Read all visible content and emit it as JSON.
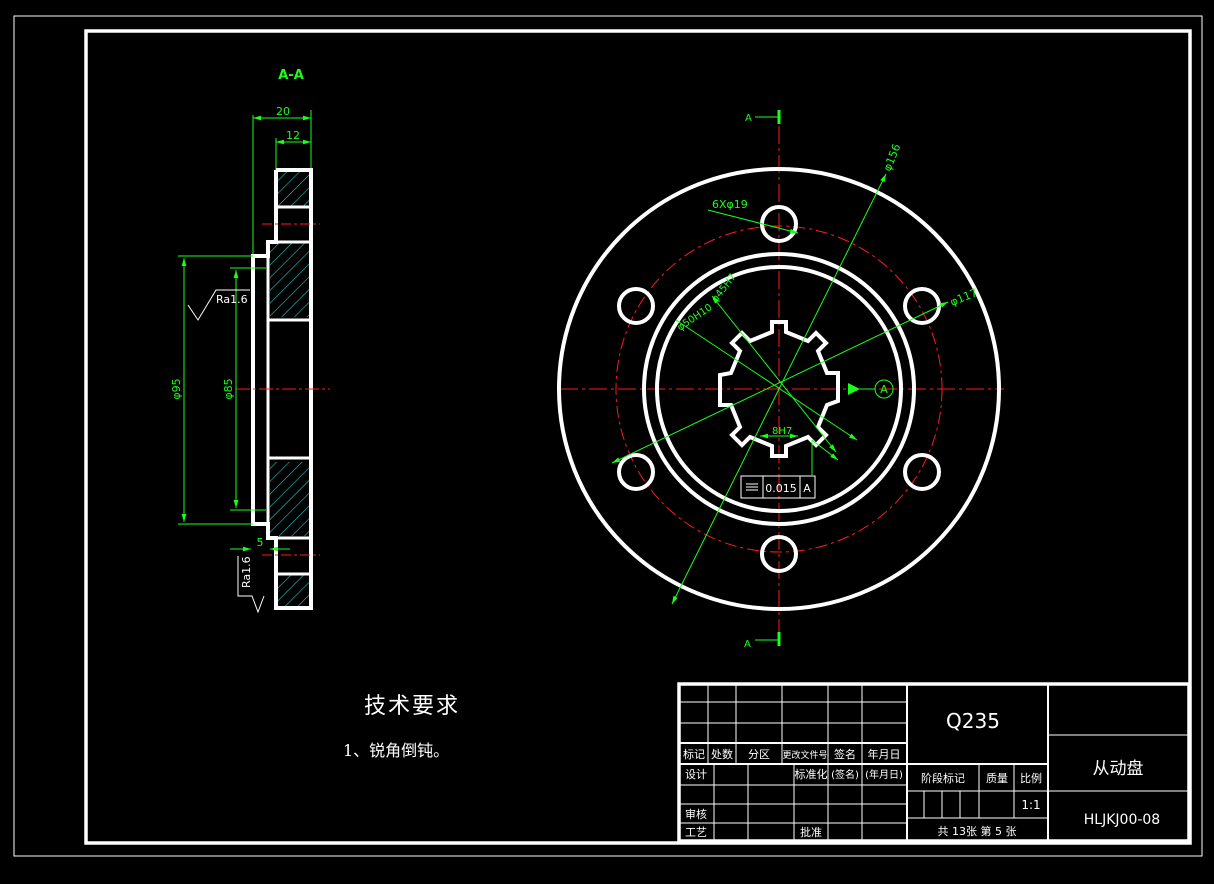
{
  "colors": {
    "background": "#000000",
    "outline": "#ffffff",
    "dimension": "#19ff19",
    "centerline": "#ff1a1a",
    "hatch": "#22c7c7"
  },
  "section": {
    "title": "A-A",
    "dim_width_total": "20",
    "dim_width_inner": "12",
    "dim_dia_outer": "φ95",
    "dim_dia_inner": "φ85",
    "dim_step": "5",
    "roughness_top": "Ra1.6",
    "roughness_bottom": "Ra1.6"
  },
  "front_view": {
    "section_mark": "A",
    "dim_dia_156": "φ156",
    "dim_holes": "6Xφ19",
    "dim_dia_117": "φ117",
    "dim_spline_a": "φ45H7",
    "dim_spline_b": "φ50H10",
    "dim_key_width": "8H7",
    "datum_label": "A",
    "tolerance_value": "0.015",
    "tolerance_datum": "A"
  },
  "notes": {
    "title": "技术要求",
    "item1": "1、锐角倒钝。"
  },
  "title_block": {
    "material": "Q235",
    "part_name": "从动盘",
    "drawing_no": "HLJKJ00-08",
    "sheets": "共 13张  第 5 张",
    "scale": "1:1",
    "labels": {
      "mark": "标记",
      "count": "处数",
      "zone": "分区",
      "change_doc": "更改文件号",
      "signature": "签名",
      "date": "年月日",
      "design": "设计",
      "standardize": "标准化",
      "sig_paren": "(签名)",
      "date_paren": "(年月日)",
      "stage_mark": "阶段标记",
      "weight": "质量",
      "ratio": "比例",
      "review": "审核",
      "process": "工艺",
      "approve": "批准"
    }
  }
}
